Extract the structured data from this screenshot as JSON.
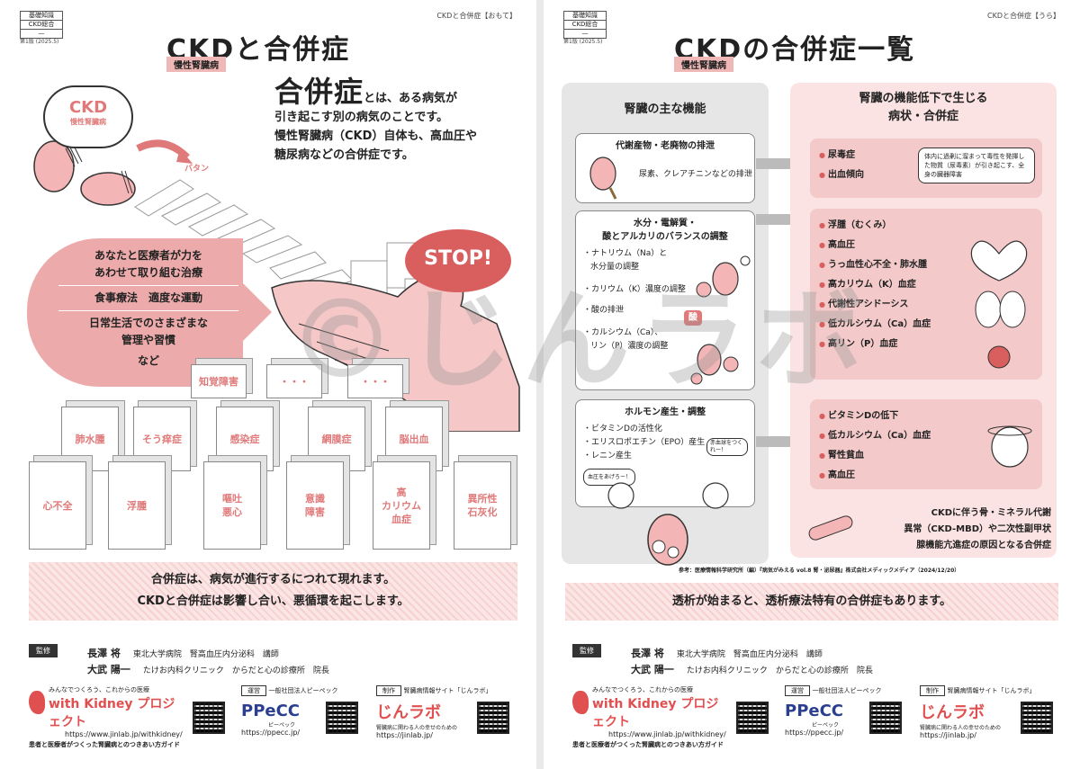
{
  "left": {
    "header_box": [
      "基礎知識",
      "CKD総合",
      "—"
    ],
    "edition": "第1版 (2025.5)",
    "side_label": "CKDと合併症【おもて】",
    "title": "CKDと合併症",
    "subtitle": "慢性腎臓病",
    "cloud_ckd": "CKD",
    "cloud_sub": "慢性腎臓病",
    "sound": "バタン",
    "intro_big": "合併症",
    "intro_line1": "とは、ある病気が",
    "intro_line2": "引き起こす別の病気のことです。",
    "intro_line3": "慢性腎臓病（CKD）自体も、高血圧や",
    "intro_line4": "糖尿病などの合併症です。",
    "pink_line1": "あなたと医療者が力を",
    "pink_line2": "あわせて取り組む治療",
    "pink_line3": "食事療法　適度な運動",
    "pink_line4": "日常生活でのさまざまな",
    "pink_line5": "管理や習慣",
    "pink_line6": "など",
    "stop": "STOP!",
    "boxes": {
      "b1": "知覚障害",
      "b2": "・・・",
      "b3": "・・・",
      "b4": "肺水腫",
      "b5": "そう痒症",
      "b6": "感染症",
      "b7": "網膜症",
      "b8": "脳出血",
      "b9": "心不全",
      "b10": "浮腫",
      "b11_1": "嘔吐",
      "b11_2": "悪心",
      "b12_1": "意識",
      "b12_2": "障害",
      "b13_1": "高",
      "b13_2": "カリウム",
      "b13_3": "血症",
      "b14_1": "異所性",
      "b14_2": "石灰化"
    },
    "bottom_line1": "合併症は、病気が進行するにつれて現れます。",
    "bottom_line2": "CKDと合併症は影響し合い、悪循環を起こします。"
  },
  "right": {
    "header_box": [
      "基礎知識",
      "CKD総合",
      "—"
    ],
    "edition": "第1版 (2025.5)",
    "side_label": "CKDと合併症【うら】",
    "title": "CKDの合併症一覧",
    "subtitle": "慢性腎臓病",
    "col_left_title": "腎臓の主な機能",
    "col_right_title1": "腎臓の機能低下で生じる",
    "col_right_title2": "病状・合併症",
    "f1_title": "代謝産物・老廃物の排泄",
    "f1_text": "尿素、クレアチニンなどの排泄",
    "f2_title1": "水分・電解質・",
    "f2_title2": "酸とアルカリのバランスの調整",
    "f2_item1": "・ナトリウム（Na）と",
    "f2_item1b": "水分量の調整",
    "f2_item2": "・カリウム（K）濃度の調整",
    "f2_item3": "・酸の排泄",
    "f2_item4": "・カルシウム（Ca）、",
    "f2_item4b": "リン（P）濃度の調整",
    "f2_acid": "酸",
    "f3_title": "ホルモン産生・調整",
    "f3_item1": "・ビタミンDの活性化",
    "f3_item2": "・エリスロポエチン（EPO）産生",
    "f3_item3": "・レニン産生",
    "f3_bubble1": "血圧をあげろー！",
    "f3_bubble2": "赤血球をつくれー！",
    "c1_item1": "尿毒症",
    "c1_item2": "出血傾向",
    "c1_tooltip": "体内に過剰に溜まって毒性を発揮した物質（尿毒素）が引き起こす、全身の臓器障害",
    "c2_items": [
      "浮腫（むくみ）",
      "高血圧",
      "うっ血性心不全・肺水腫",
      "高カリウム（K）血症",
      "代謝性アシドーシス",
      "低カルシウム（Ca）血症",
      "高リン（P）血症"
    ],
    "c3_items": [
      "ビタミンDの低下",
      "低カルシウム（Ca）血症",
      "腎性貧血",
      "高血圧"
    ],
    "mbd1": "CKDに伴う骨・ミネラル代謝",
    "mbd2": "異常（CKD-MBD）や二次性副甲状",
    "mbd3": "腺機能亢進症の原因となる合併症",
    "reference": "参考：医療情報科学研究所（編）『病気がみえる vol.8 腎・泌尿器』株式会社メディックメディア（2024/12/20）",
    "dialysis": "透析が始まると、透析療法特有の合併症もあります。"
  },
  "common": {
    "sup_tag": "監修",
    "sup1_name": "長澤 将",
    "sup1_aff": "東北大学病院　腎高血圧内分泌科　講師",
    "sup2_name": "大武 陽一",
    "sup2_aff": "たけお内科クリニック　からだと心の診療所　院長",
    "wk_small": "みんなでつくろう、これからの医療",
    "wk_name": "with Kidney プロジェクト",
    "wk_url": "https://www.jinlab.jp/withkidney/",
    "wk_desc": "患者と医療者がつくった腎臓病とのつきあい方ガイド",
    "op_tag": "運営",
    "op_name": "一般社団法人ピーペック",
    "ppecc_logo": "PPeCC",
    "ppecc_sub": "ピーペック",
    "ppecc_url": "https://ppecc.jp/",
    "prod_tag": "制作",
    "prod_name": "腎臓病情報サイト「じんラボ」",
    "jinlab_logo": "じんラボ",
    "jinlab_desc": "腎臓病に関わる人の幸せのための",
    "jinlab_url": "https://jinlab.jp/"
  },
  "watermark": "©じんラボ",
  "colors": {
    "pink": "#ecaaaa",
    "red": "#d95f5f",
    "text_pink": "#e07a7a",
    "light_pink": "#fbe3e3",
    "gray": "#e6e6e6"
  }
}
